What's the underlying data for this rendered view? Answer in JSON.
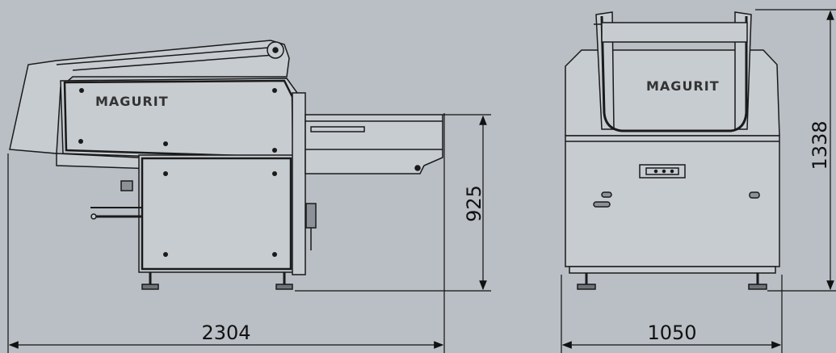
{
  "brand": "MAGURIT",
  "dimensions": {
    "total_length": "2304",
    "table_height": "925",
    "width": "1050",
    "total_height": "1338"
  },
  "colors": {
    "background": "#b9bfc5",
    "machine_body": "#c7ccd1",
    "lines": "#1a1a1a"
  }
}
